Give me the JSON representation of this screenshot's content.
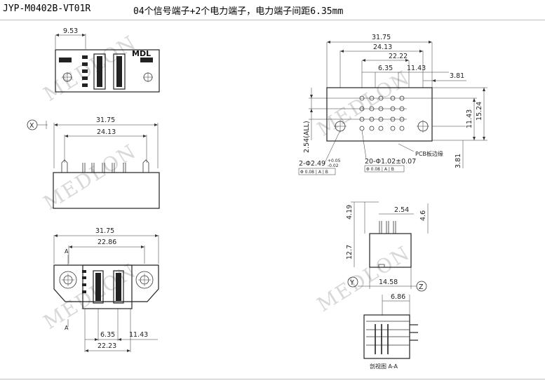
{
  "header": {
    "part_number": "JYP-M0402B-VT01R",
    "spec": "04个信号端子+2个电力端子，电力端子间距6.35mm"
  },
  "watermark": "MEDLON",
  "logo": "MDL",
  "top_view": {
    "dim_953": "9.53"
  },
  "front_view": {
    "axis_label": "X",
    "dim_width": "31.75",
    "dim_inner": "24.13"
  },
  "bottom_view": {
    "dim_width": "31.75",
    "dim_2286": "22.86",
    "dim_635": "6.35",
    "dim_1143": "11.43",
    "dim_2223": "22.23",
    "section_a_top": "A",
    "section_a_bottom": "A"
  },
  "pcb_view": {
    "dim_width": "31.75",
    "dim_2413": "24.13",
    "dim_2222": "22.22",
    "dim_635": "6.35",
    "dim_1143": "11.43",
    "dim_381": "3.81",
    "dim_1143_v": "11.43",
    "dim_1524": "15.24",
    "dim_381_v": "3.81",
    "dim_254_all": "2.54(ALL)",
    "hole_2": "2-Φ2.49",
    "hole_2_tol_up": "+0.05",
    "hole_2_tol_dn": "-0.02",
    "hole_20": "20-Φ1.02±0.07",
    "gdt_1": "Φ 0.08 | A | B",
    "gdt_2": "Φ 0.08 | A | B",
    "pcb_edge": "PCB板边缘"
  },
  "side_view": {
    "dim_419": "4.19",
    "dim_254": "2.54",
    "dim_46": "4.6",
    "dim_127": "12.7",
    "axis_y": "Y",
    "axis_z": "Z",
    "dim_1458": "14.58"
  },
  "section_view": {
    "dim_686": "6.86",
    "caption": "剖视图 A-A"
  }
}
